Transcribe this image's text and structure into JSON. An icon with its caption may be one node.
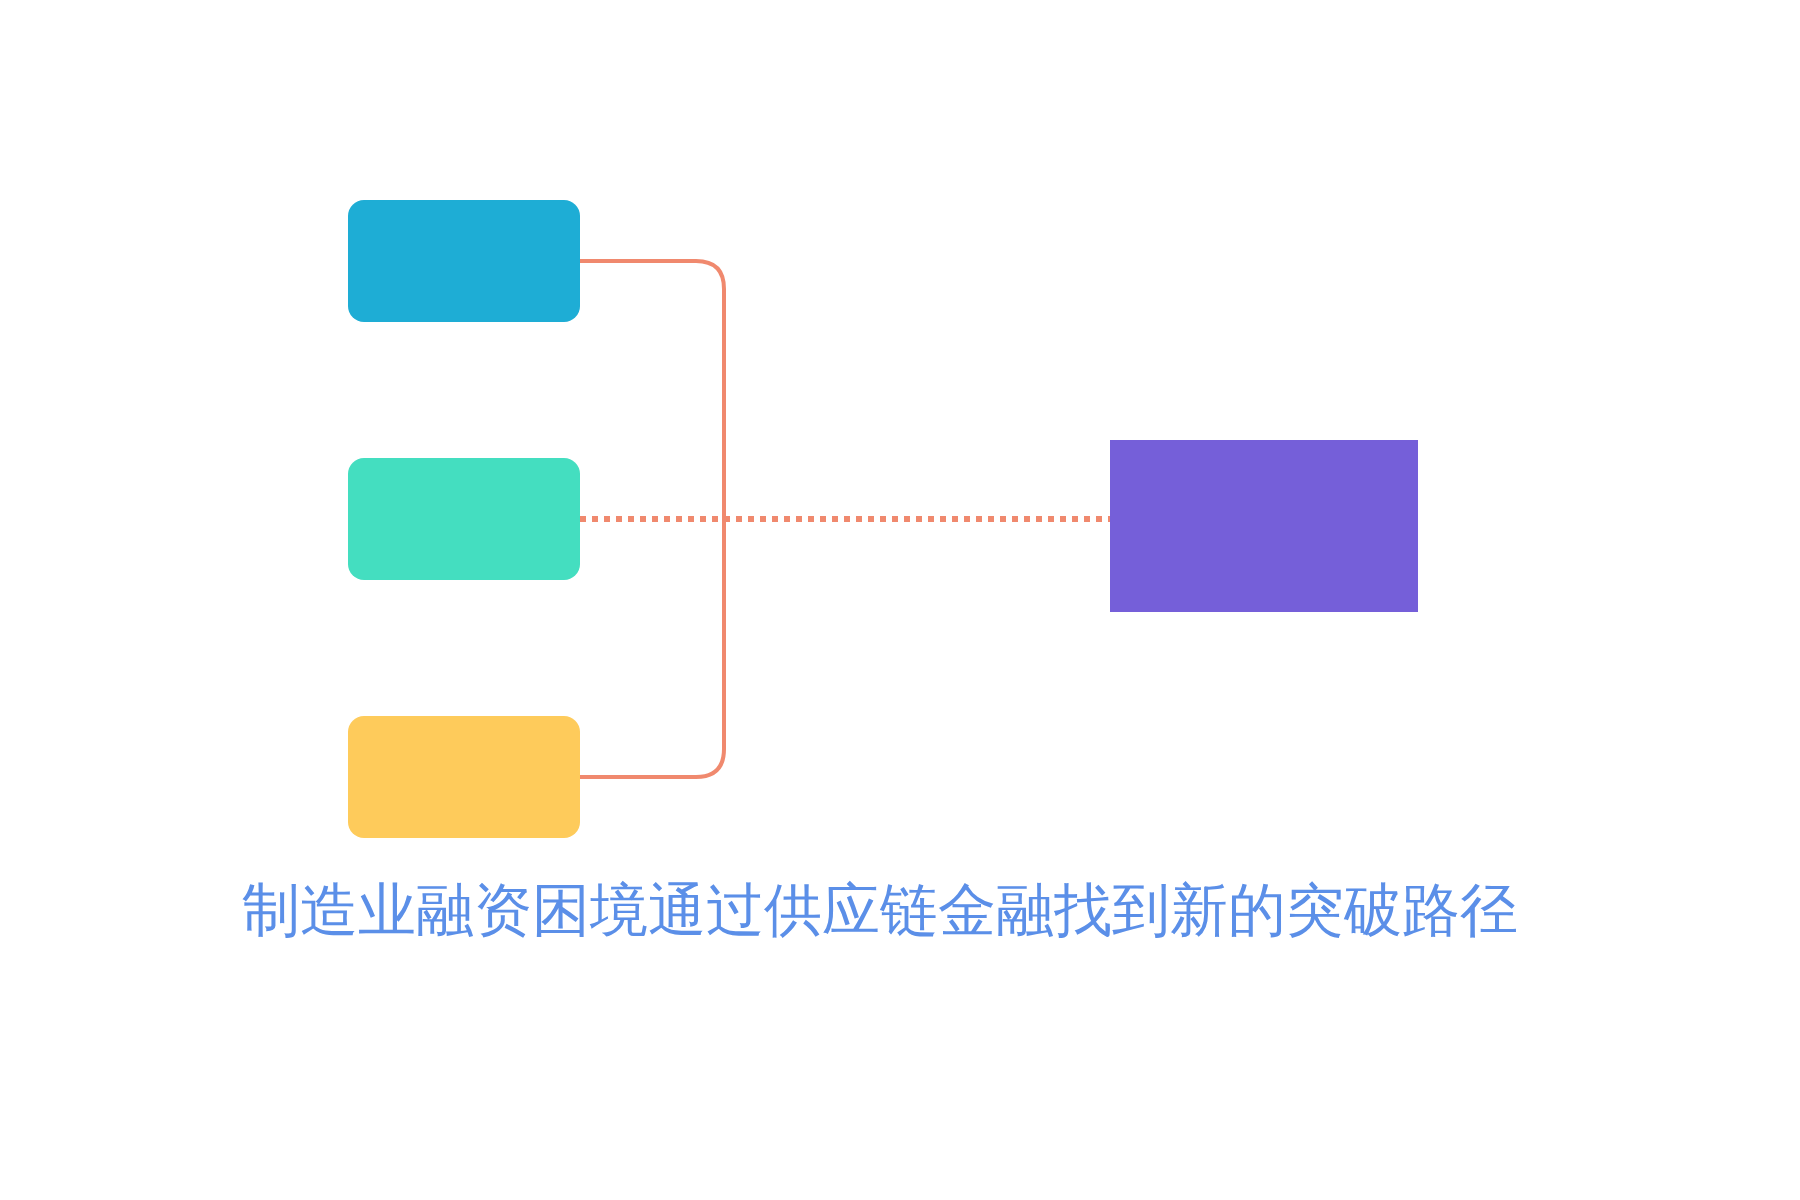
{
  "diagram": {
    "title": "制造业融资困境通过供应链金融找到新的突破路径",
    "nodes": [
      {
        "text": [],
        "shape": "box"
      },
      {
        "text": [],
        "shape": "box"
      },
      {
        "text": [],
        "shape": "box"
      },
      {
        "text": [],
        "shape": "box"
      }
    ],
    "edges": [
      {
        "from": 0,
        "to": 3,
        "arrow": "none"
      },
      {
        "from": 1,
        "to": 3,
        "arrow": "none",
        "style": "dashed"
      },
      {
        "from": 2,
        "to": 3,
        "arrow": "none"
      }
    ]
  }
}
